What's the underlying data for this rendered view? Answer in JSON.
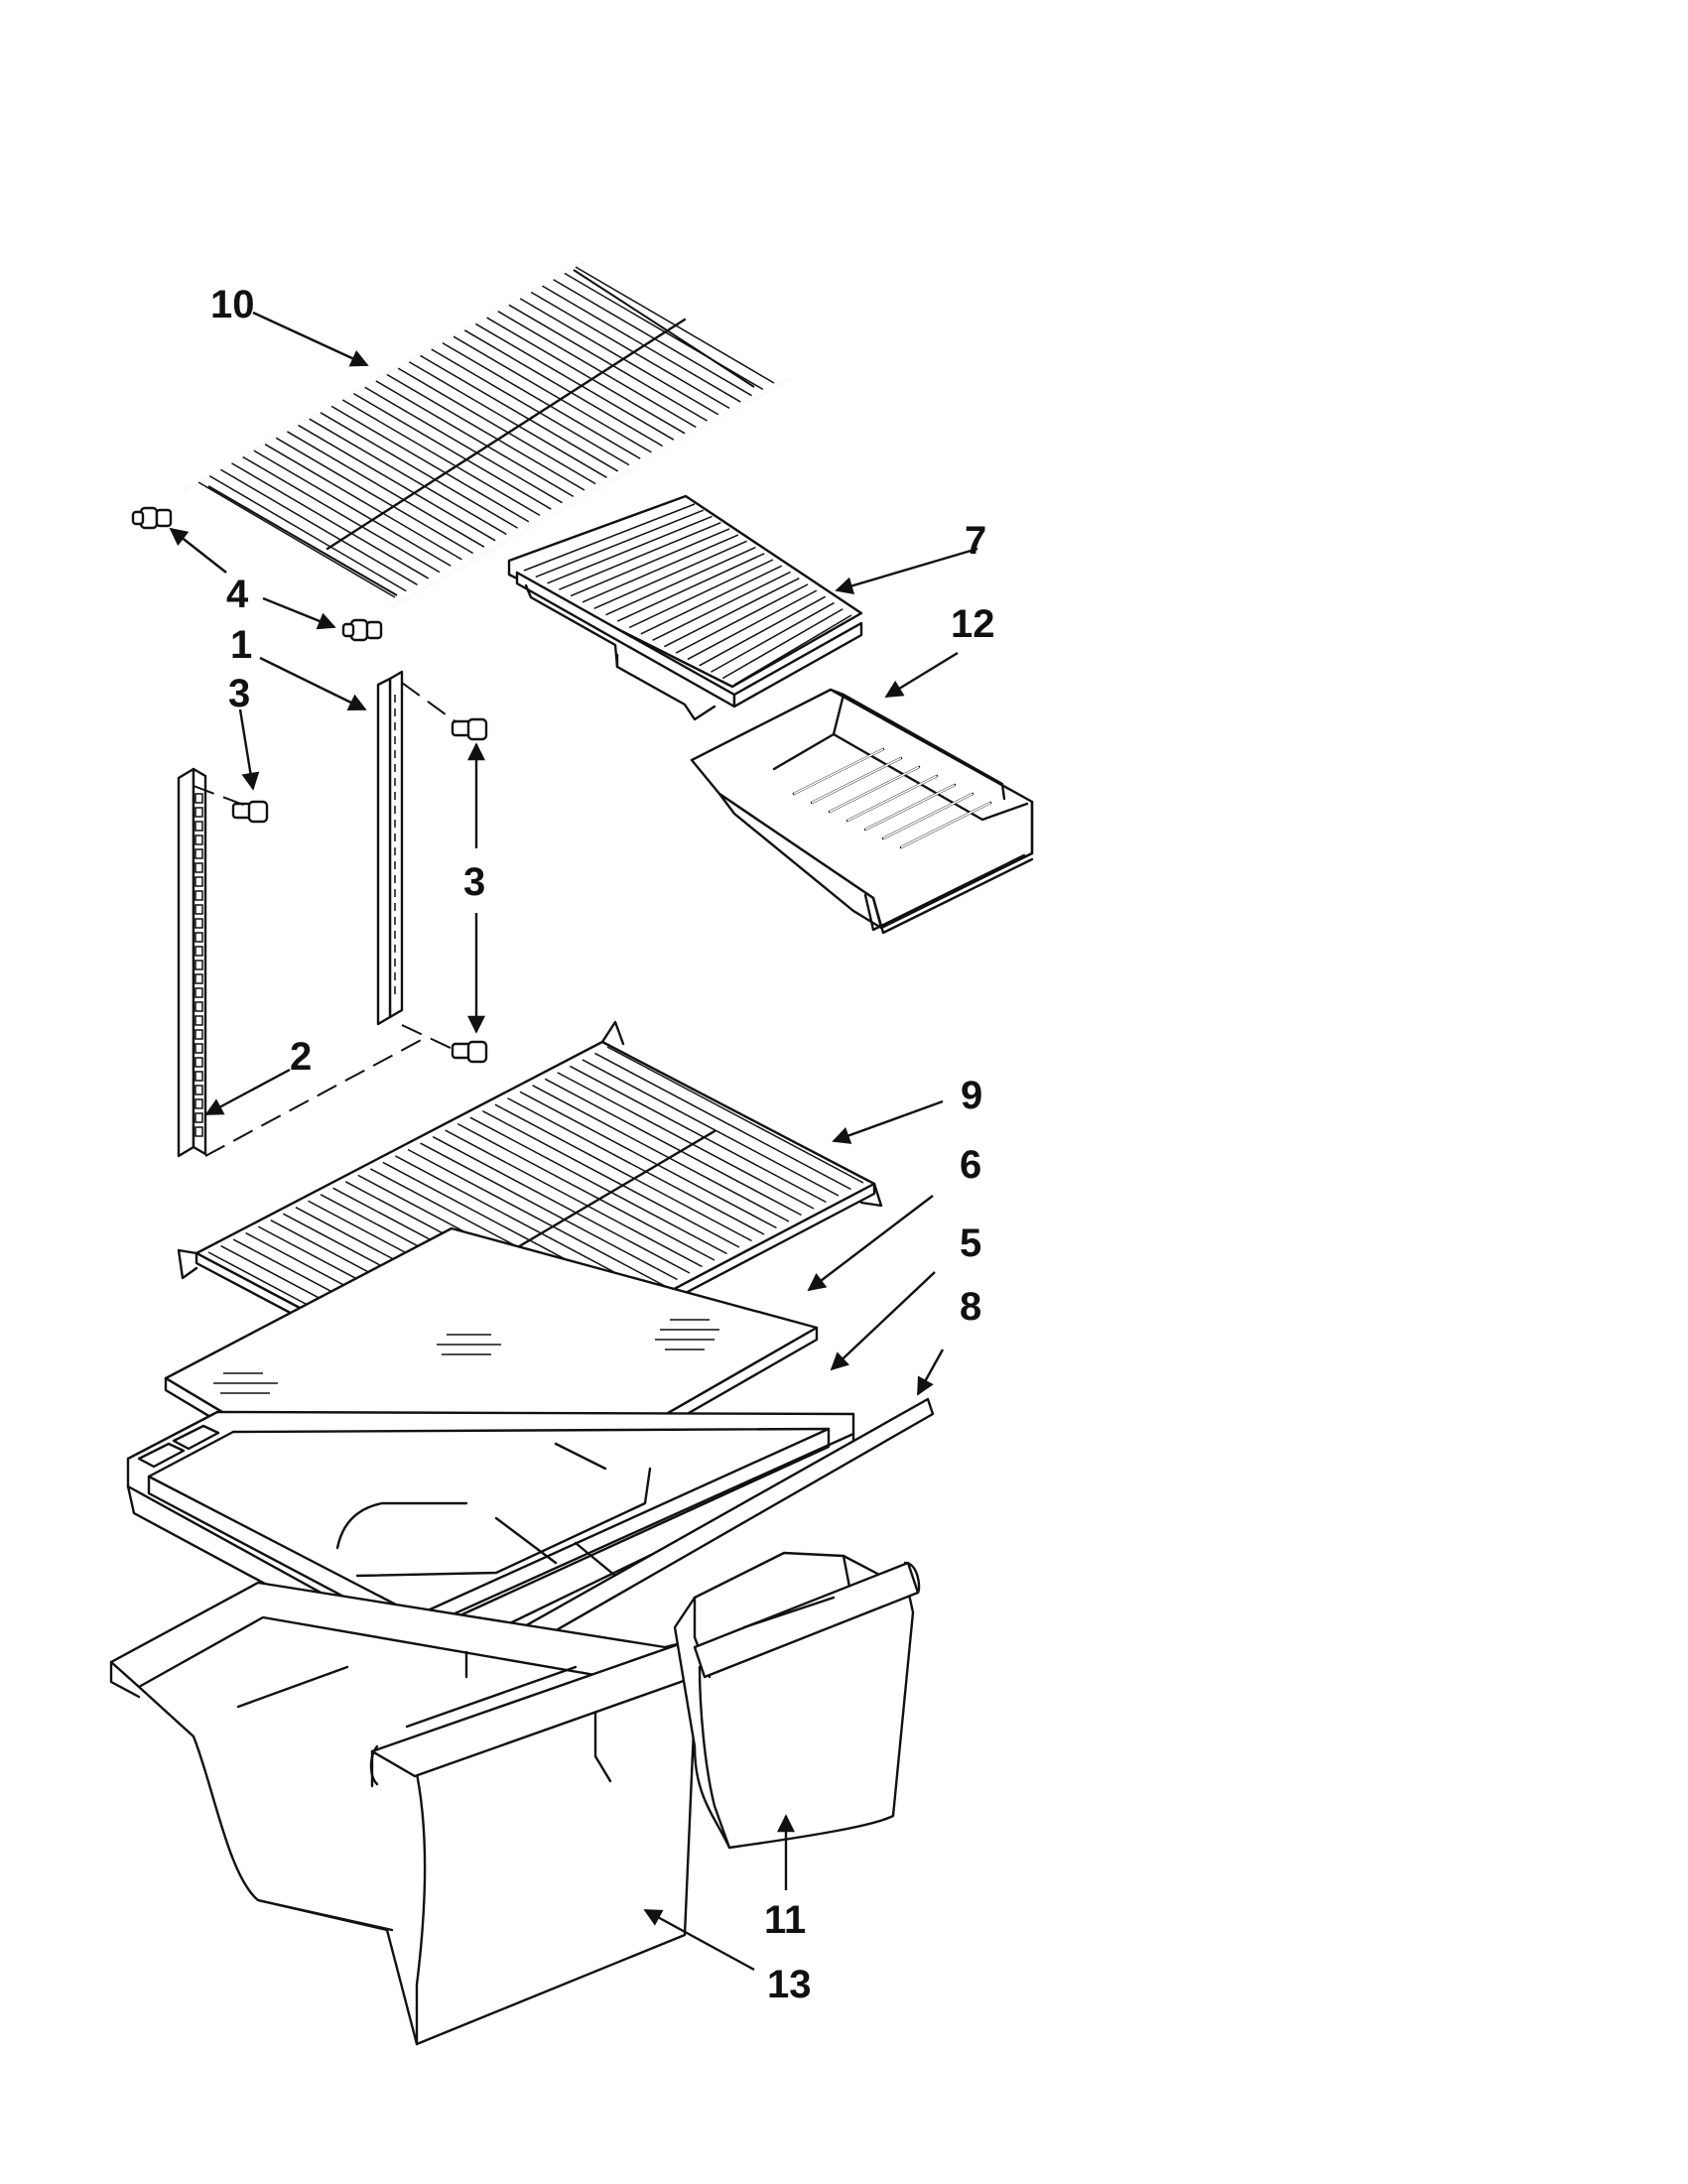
{
  "diagram": {
    "background": "#ffffff",
    "line_color": "#111111",
    "callouts": [
      {
        "id": "10",
        "label": "10"
      },
      {
        "id": "7",
        "label": "7"
      },
      {
        "id": "4",
        "label": "4"
      },
      {
        "id": "12",
        "label": "12"
      },
      {
        "id": "1",
        "label": "1"
      },
      {
        "id": "3a",
        "label": "3"
      },
      {
        "id": "3b",
        "label": "3"
      },
      {
        "id": "2",
        "label": "2"
      },
      {
        "id": "9",
        "label": "9"
      },
      {
        "id": "6",
        "label": "6"
      },
      {
        "id": "5",
        "label": "5"
      },
      {
        "id": "8",
        "label": "8"
      },
      {
        "id": "11",
        "label": "11"
      },
      {
        "id": "13",
        "label": "13"
      }
    ]
  }
}
